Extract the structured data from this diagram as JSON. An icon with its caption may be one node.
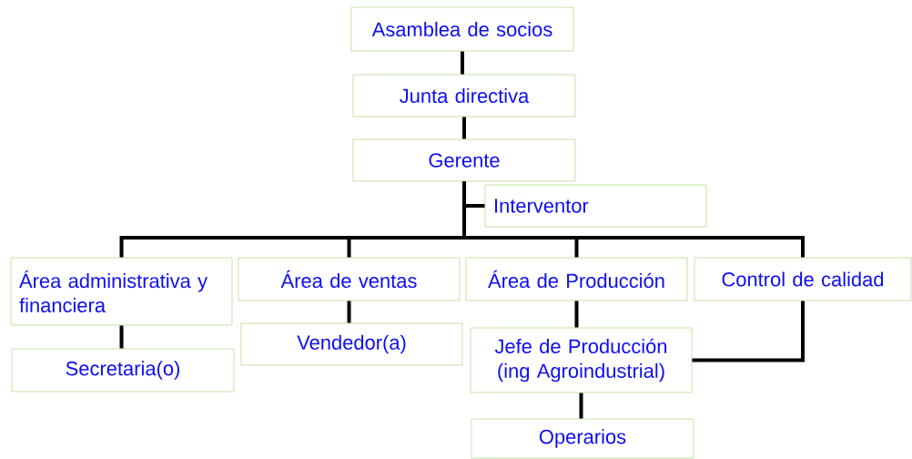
{
  "diagram": {
    "nodes": [
      {
        "text": [
          "Asamblea de socios"
        ]
      },
      {
        "text": [
          "Junta directiva"
        ]
      },
      {
        "text": [
          "Gerente"
        ]
      },
      {
        "text": [
          "Interventor"
        ]
      },
      {
        "text": [
          "Área administrativa y financiera"
        ]
      },
      {
        "text": [
          "Área de ventas"
        ]
      },
      {
        "text": [
          "Área de Producción"
        ]
      },
      {
        "text": [
          "Control de calidad"
        ]
      },
      {
        "text": [
          "Secretaria(o)"
        ]
      },
      {
        "text": [
          "Vendedor(a)"
        ]
      },
      {
        "text": [
          "Jefe de Producción (ing Agroindustrial)"
        ]
      },
      {
        "text": [
          "Operarios"
        ]
      }
    ],
    "edges": [
      {
        "from": 0,
        "to": 1,
        "arrow": "none"
      },
      {
        "from": 1,
        "to": 2,
        "arrow": "none"
      },
      {
        "from": 2,
        "to": 3,
        "arrow": "none"
      },
      {
        "from": 2,
        "to": 4,
        "arrow": "none"
      },
      {
        "from": 2,
        "to": 5,
        "arrow": "none"
      },
      {
        "from": 2,
        "to": 6,
        "arrow": "none"
      },
      {
        "from": 2,
        "to": 7,
        "arrow": "none"
      },
      {
        "from": 4,
        "to": 8,
        "arrow": "none"
      },
      {
        "from": 5,
        "to": 9,
        "arrow": "none"
      },
      {
        "from": 6,
        "to": 10,
        "arrow": "none"
      },
      {
        "from": 7,
        "to": 10,
        "arrow": "none"
      },
      {
        "from": 10,
        "to": 11,
        "arrow": "none"
      }
    ]
  }
}
